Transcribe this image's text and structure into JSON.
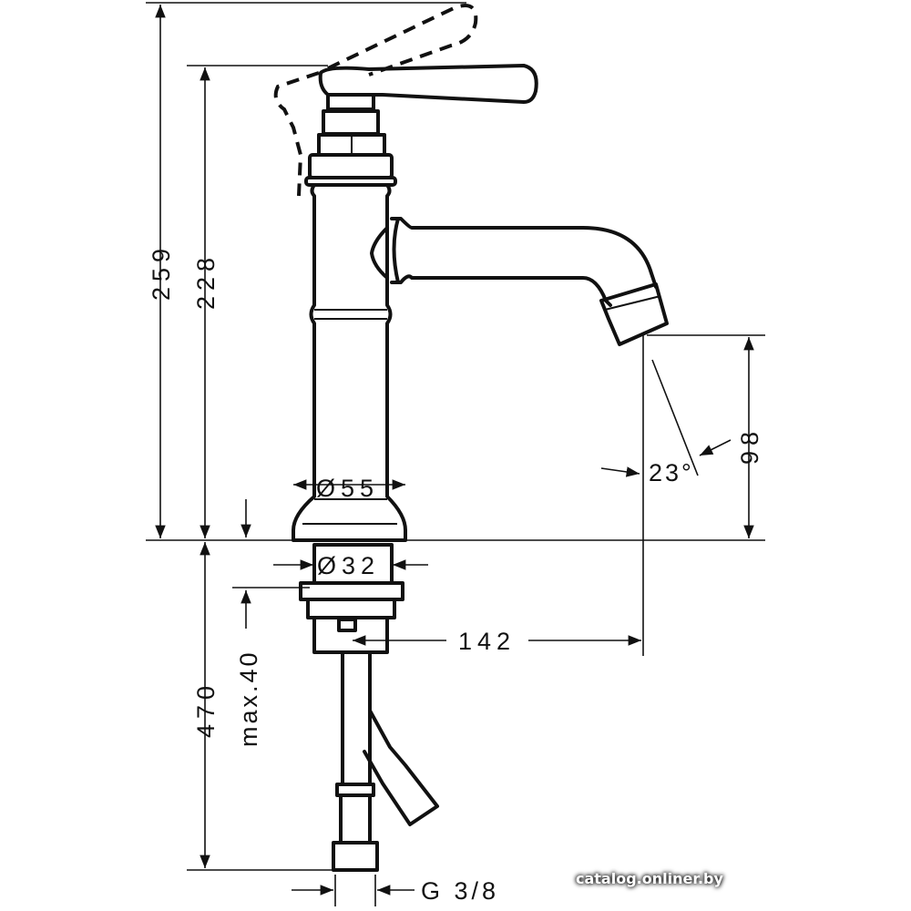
{
  "drawing": {
    "dimensions": {
      "total_height": "259",
      "handle_height": "228",
      "base_diameter": "Ø55",
      "shank_diameter": "Ø32",
      "spout_reach": "142",
      "spout_height": "98",
      "spout_angle": "23°",
      "hose_length": "470",
      "max_deck_thickness": "max.40",
      "connection_thread": "G 3/8"
    }
  },
  "watermark": "catalog.onliner.by"
}
